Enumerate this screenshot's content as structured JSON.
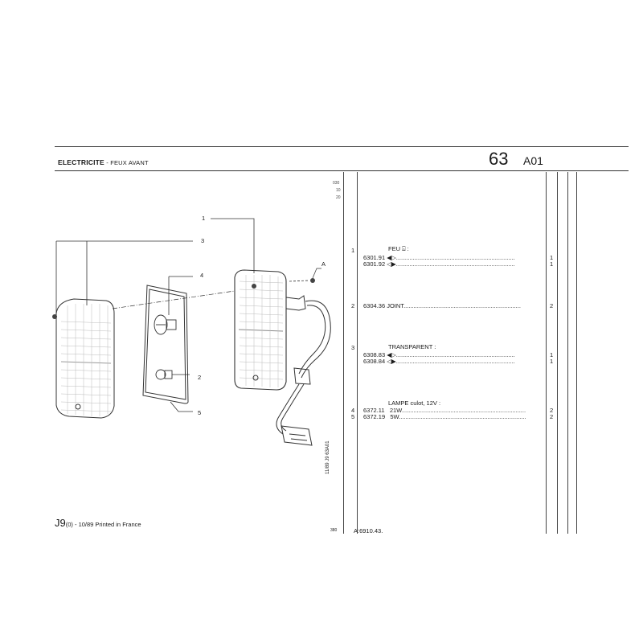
{
  "header": {
    "title": "ELECTRICITE",
    "separator": " - ",
    "subtitle": "FEUX AVANT",
    "section_number": "63",
    "section_code": "A01"
  },
  "margin_codes": {
    "top1": "030",
    "top2": "10",
    "top3": "20",
    "bottom": "380"
  },
  "callouts": [
    "1",
    "3",
    "4",
    "A",
    "2",
    "5"
  ],
  "parts": [
    {
      "item": "1",
      "title": "FEU ⍓ :",
      "rows": [
        {
          "ref": "6301.91",
          "arrow": "◀▷",
          "qty": "1"
        },
        {
          "ref": "6301.92",
          "arrow": "◁▶",
          "qty": "1"
        }
      ]
    },
    {
      "item": "2",
      "title": "",
      "rows": [
        {
          "ref": "6304.36",
          "label": "JOINT",
          "qty": "2"
        }
      ]
    },
    {
      "item": "3",
      "title": "TRANSPARENT :",
      "rows": [
        {
          "ref": "6308.83",
          "arrow": "◀▷",
          "qty": "1"
        },
        {
          "ref": "6308.84",
          "arrow": "◁▶",
          "qty": "1"
        }
      ]
    },
    {
      "item": "4",
      "title": "LAMPE culot, 12V :",
      "rows": [
        {
          "ref": "6372.11",
          "label": "21W",
          "qty": "2"
        }
      ]
    },
    {
      "item": "5",
      "title": "",
      "rows": [
        {
          "ref": "6372.19",
          "label": "5W",
          "qty": "2"
        }
      ]
    }
  ],
  "footer": {
    "model": "J9",
    "model_sub": "(0)",
    "printed": " - 10/89 Printed in France",
    "doc_ref": "A:6910.43.",
    "rotated_code": "11/89 J9 63A01"
  }
}
